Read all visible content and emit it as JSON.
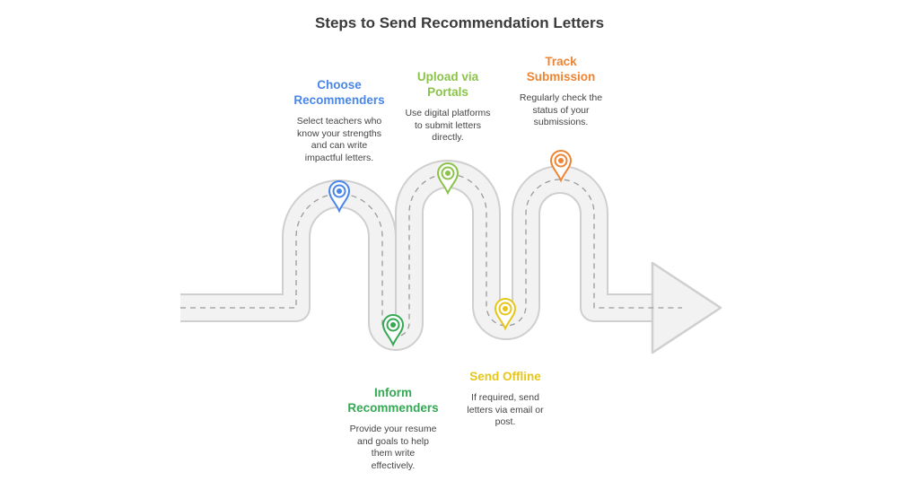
{
  "title": "Steps to Send Recommendation Letters",
  "steps": [
    {
      "title": "Choose\nRecommenders",
      "desc": "Select teachers who\nknow your strengths\nand can write\nimpactful letters.",
      "color": "#4a86e8"
    },
    {
      "title": "Inform\nRecommenders",
      "desc": "Provide your resume\nand goals to help\nthem write\neffectively.",
      "color": "#34a853"
    },
    {
      "title": "Upload via\nPortals",
      "desc": "Use digital platforms\nto submit letters\ndirectly.",
      "color": "#8bc34a"
    },
    {
      "title": "Send Offline",
      "desc": "If required, send\nletters via email or\npost.",
      "color": "#e6c619"
    },
    {
      "title": "Track\nSubmission",
      "desc": "Regularly check the\nstatus of your\nsubmissions.",
      "color": "#ee8434"
    }
  ],
  "icons": {
    "pin": "location-pin-icon",
    "arrow": "arrow-right-icon"
  }
}
